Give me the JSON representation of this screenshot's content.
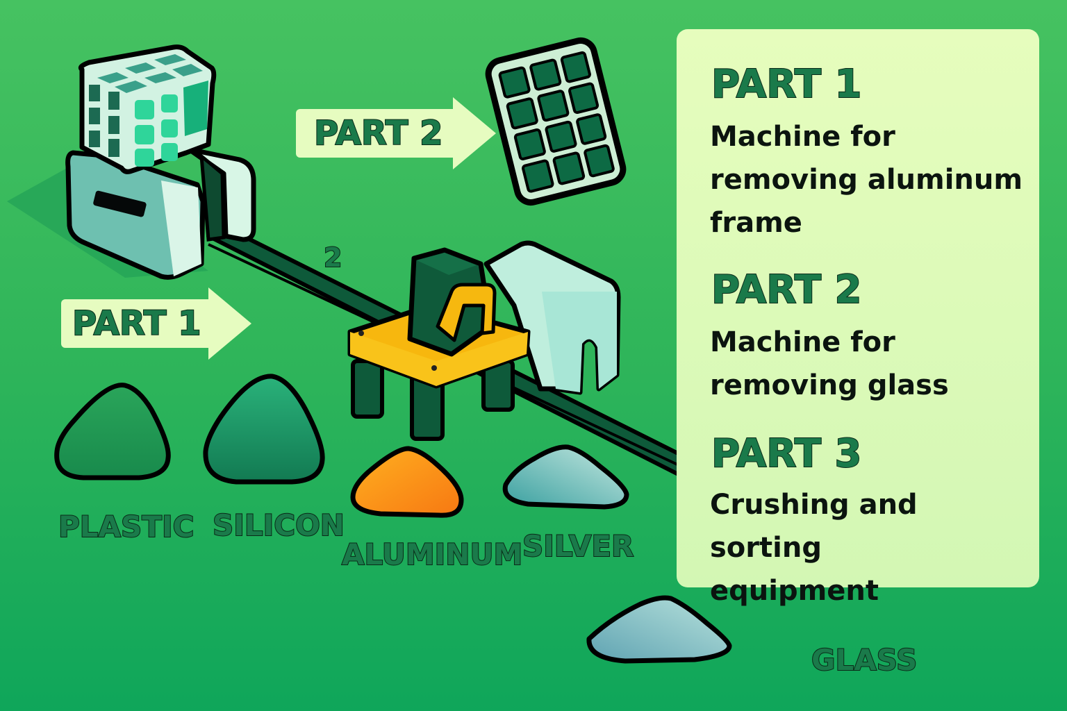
{
  "arrows": {
    "part1": "PART 1",
    "part2": "PART 2"
  },
  "station_number": "2",
  "panel": {
    "sections": [
      {
        "title": "PART 1",
        "description": [
          "Machine for",
          "removing aluminum",
          "frame"
        ]
      },
      {
        "title": "PART 2",
        "description": [
          "Machine for",
          "removing glass"
        ]
      },
      {
        "title": "PART 3",
        "description": [
          "Crushing and sorting",
          "equipment"
        ]
      }
    ]
  },
  "materials": [
    {
      "label": "PLASTIC",
      "color": "#1f9a52"
    },
    {
      "label": "SILICON",
      "color": "#15885a"
    },
    {
      "label": "ALUMINUM",
      "color": "#fb8c12"
    },
    {
      "label": "SILVER",
      "color": "#7cbdbd"
    },
    {
      "label": "GLASS",
      "color": "#7ab8bf"
    }
  ],
  "colors": {
    "background": "#3dbd5e",
    "panel": "#e2fbbc",
    "outline": "#0a0f0c",
    "machine_body": "#c8efe0",
    "machine_dark": "#0f5a3a",
    "press_yellow": "#f5b60f"
  }
}
